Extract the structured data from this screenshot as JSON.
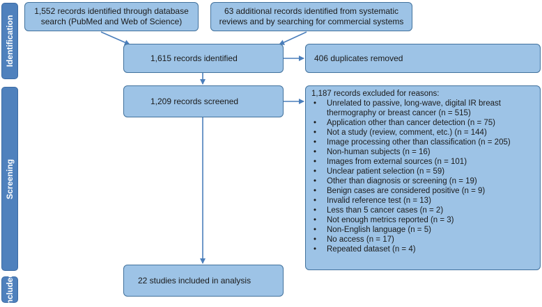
{
  "phases": {
    "identification": "Identification",
    "screening": "Screening",
    "included": "Included"
  },
  "boxes": {
    "database_search": "1,552 records identified through database search (PubMed and Web of Science)",
    "additional_records": "63 additional records identified from systematic reviews and by searching for commercial systems",
    "records_identified": "1,615 records identified",
    "duplicates_removed": "406 duplicates removed",
    "records_screened": "1,209 records screened",
    "studies_included": "22 studies included in analysis"
  },
  "exclusions": {
    "title": "1,187 records excluded for reasons:",
    "items": [
      "Unrelated to passive, long-wave, digital IR breast thermography or breast cancer (n = 515)",
      "Application other than cancer detection (n = 75)",
      "Not a study (review, comment, etc.) (n = 144)",
      "Image processing other than classification (n = 205)",
      "Non-human subjects (n = 16)",
      "Images from external sources (n = 101)",
      "Unclear patient selection (n = 59)",
      "Other than diagnosis or screening (n = 19)",
      "Benign cases are considered positive (n = 9)",
      "Invalid reference test (n = 13)",
      "Less than 5 cancer cases (n = 2)",
      "Not enough metrics reported (n = 3)",
      "Non-English language (n = 5)",
      "No access (n = 17)",
      "Repeated dataset (n = 4)"
    ]
  },
  "colors": {
    "box_fill": "#9dc3e6",
    "box_border": "#41719c",
    "phase_fill": "#4f81bd",
    "arrow": "#4a7ebb"
  }
}
